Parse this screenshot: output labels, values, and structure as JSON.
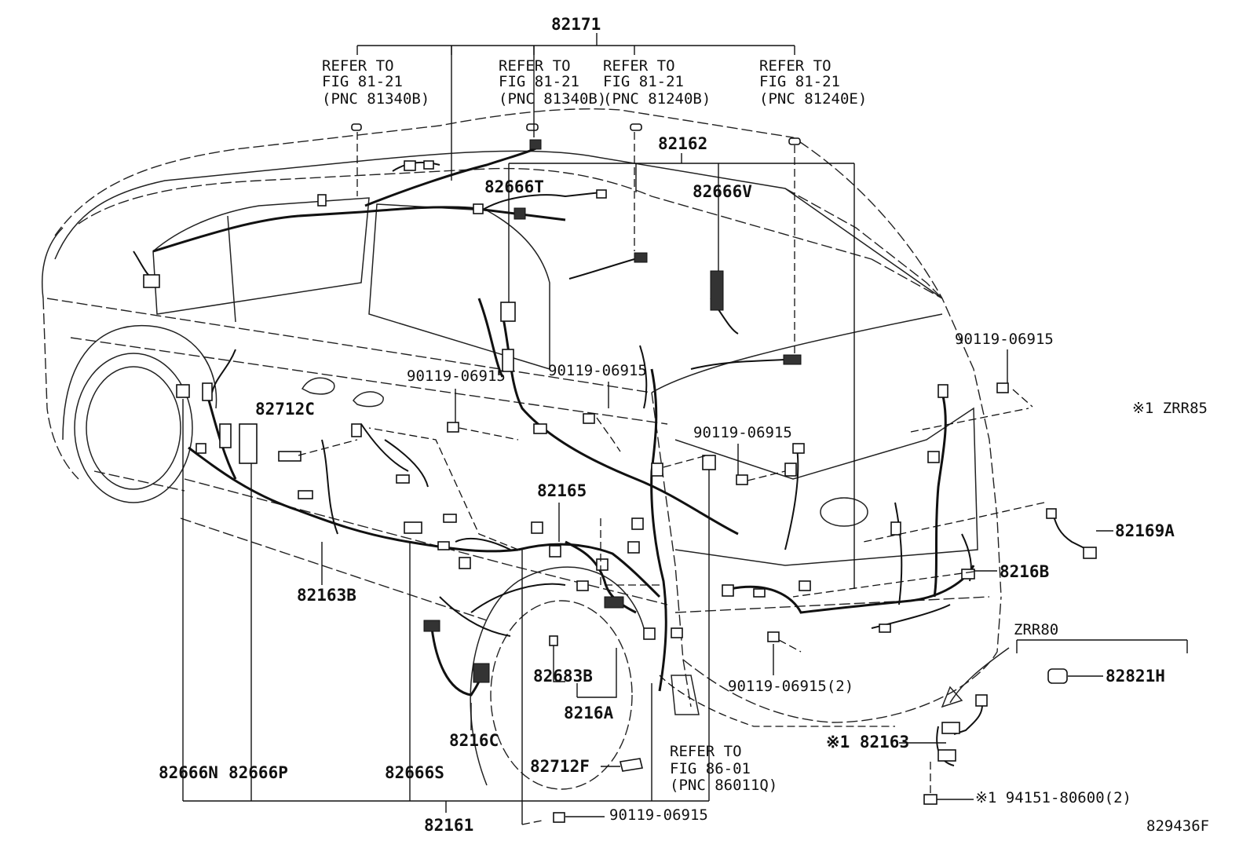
{
  "diagram": {
    "figure_code": "829436F",
    "variant_note": "※1 ZRR85",
    "variant_zrr80": "ZRR80",
    "parts": {
      "p82171": "82171",
      "p82162": "82162",
      "p82666T": "82666T",
      "p82666V": "82666V",
      "p82712C": "82712C",
      "p82165": "82165",
      "p82169A": "82169A",
      "p8216B": "8216B",
      "p82163B": "82163B",
      "p82683B": "82683B",
      "p8216A": "8216A",
      "p8216C": "8216C",
      "p82712F": "82712F",
      "p82666N": "82666N",
      "p82666P": "82666P",
      "p82666S": "82666S",
      "p82161": "82161",
      "p82821H": "82821H",
      "p82163": "※1 82163",
      "p94151": "※1 94151-80600(2)",
      "bolt_a": "90119-06915",
      "bolt_b": "90119-06915",
      "bolt_c": "90119-06915",
      "bolt_d": "90119-06915",
      "bolt_e": "90119-06915(2)",
      "bolt_f": "90119-06915"
    },
    "refs": [
      {
        "l1": "REFER TO",
        "l2": "FIG 81-21",
        "l3": "(PNC 81340B)"
      },
      {
        "l1": "REFER TO",
        "l2": "FIG 81-21",
        "l3": "(PNC 81340B)"
      },
      {
        "l1": "REFER TO",
        "l2": "FIG 81-21",
        "l3": "(PNC 81240B)"
      },
      {
        "l1": "REFER TO",
        "l2": "FIG 81-21",
        "l3": "(PNC 81240E)"
      },
      {
        "l1": "REFER TO",
        "l2": "FIG 86-01",
        "l3": "(PNC 86011Q)"
      }
    ]
  }
}
